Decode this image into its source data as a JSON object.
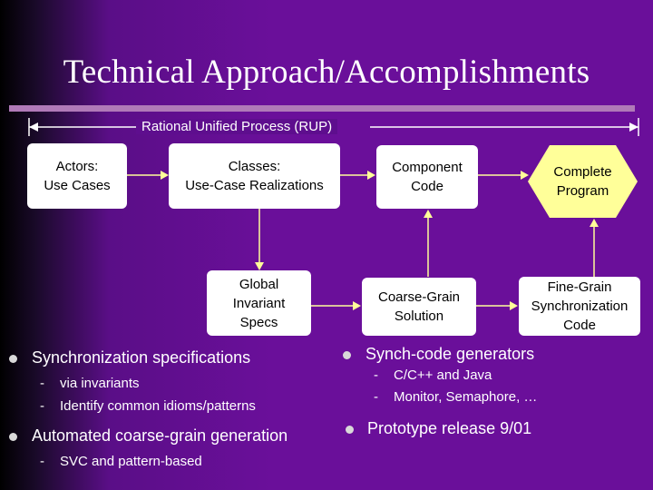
{
  "title": "Technical Approach/Accomplishments",
  "rup_label": "Rational Unified Process (RUP)",
  "boxes": {
    "actors": "Actors:\nUse Cases",
    "classes": "Classes:\nUse-Case Realizations",
    "component": "Component\nCode",
    "complete": "Complete\nProgram",
    "global": "Global\nInvariant\nSpecs",
    "coarse": "Coarse-Grain\nSolution",
    "fine": "Fine-Grain\nSynchronization\nCode"
  },
  "left_bullets": [
    {
      "text": "Synchronization specifications",
      "subs": [
        "via invariants",
        "Identify common idioms/patterns"
      ]
    },
    {
      "text": "Automated coarse-grain generation",
      "subs": [
        "SVC and pattern-based"
      ]
    }
  ],
  "right_bullets": [
    {
      "text": "Synch-code generators",
      "subs": [
        "C/C++ and Java",
        "Monitor, Semaphore, …"
      ]
    },
    {
      "text": "Prototype release 9/01",
      "subs": []
    }
  ],
  "sub_dash": "-",
  "colors": {
    "background": "#6a0f9a",
    "arrow": "#ffff99",
    "rule": "#b07ab8",
    "highlight_box": "#ffff99"
  }
}
